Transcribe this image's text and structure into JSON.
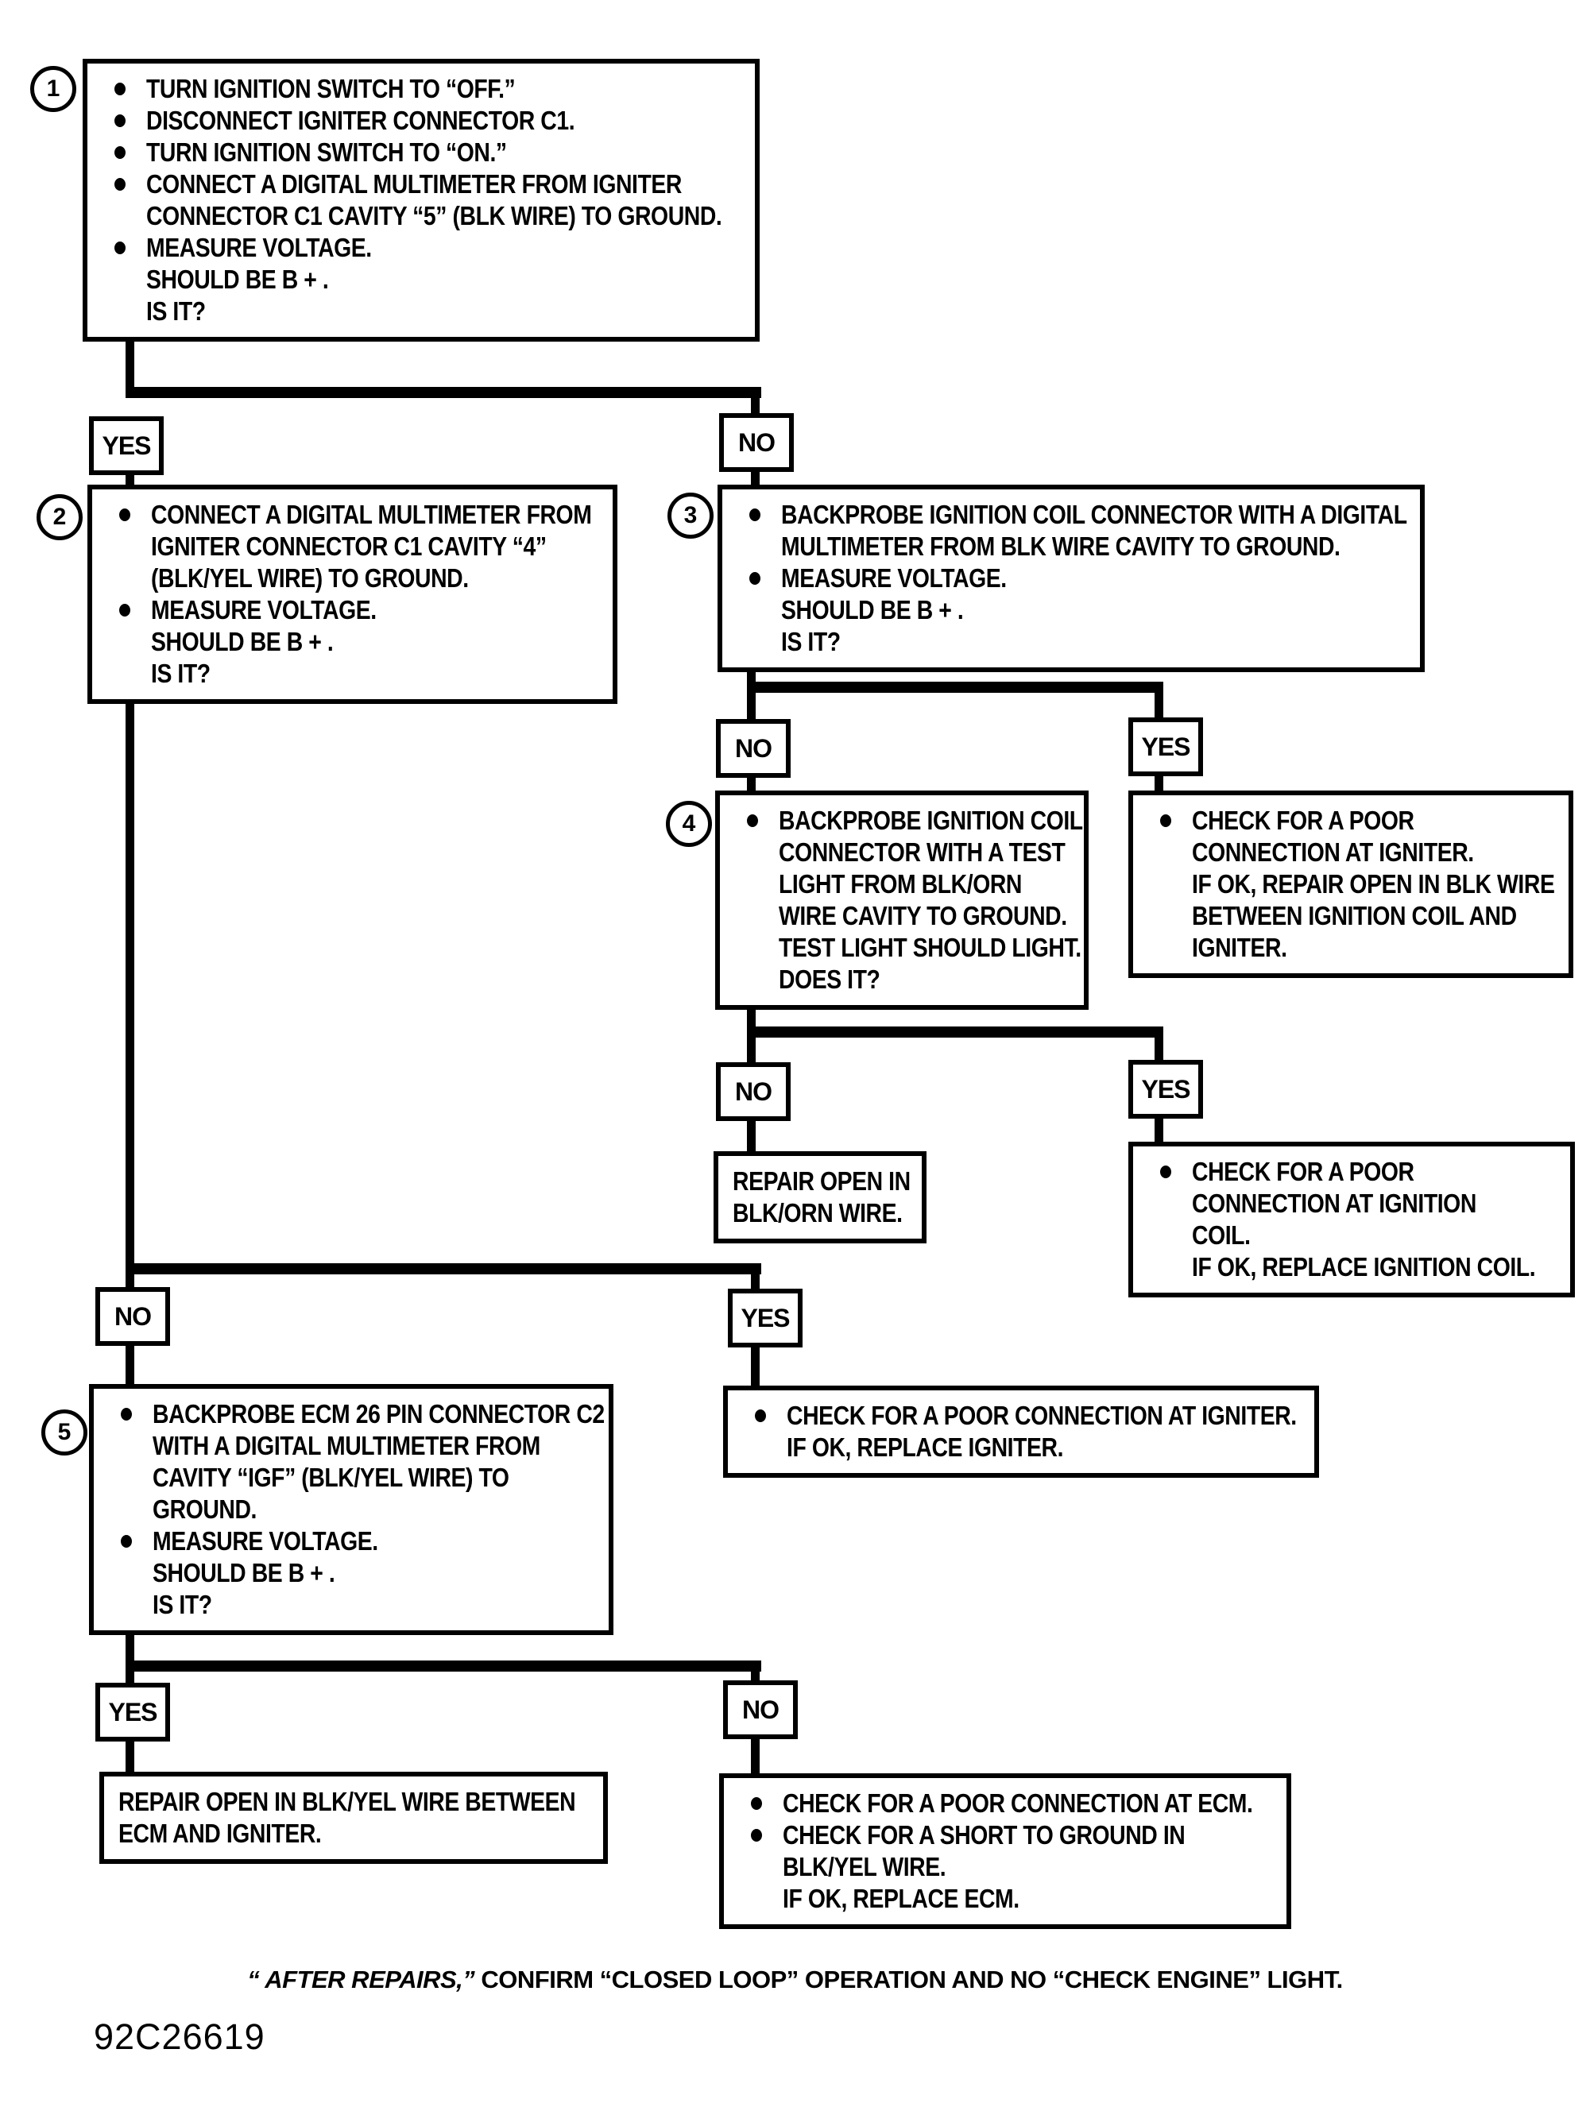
{
  "figure_id": "92C26619",
  "footer": {
    "italic": "“ AFTER REPAIRS,”",
    "rest": " CONFIRM “CLOSED LOOP” OPERATION AND NO “CHECK ENGINE” LIGHT."
  },
  "labels": {
    "yes": "YES",
    "no": "NO"
  },
  "steps": {
    "s1": {
      "num": "1",
      "lines": [
        {
          "b": true,
          "t": "TURN IGNITION SWITCH TO “OFF.”"
        },
        {
          "b": true,
          "t": "DISCONNECT IGNITER CONNECTOR C1."
        },
        {
          "b": true,
          "t": "TURN IGNITION SWITCH TO “ON.”"
        },
        {
          "b": true,
          "t": "CONNECT A DIGITAL MULTIMETER FROM IGNITER"
        },
        {
          "b": false,
          "t": "CONNECTOR C1 CAVITY “5” (BLK WIRE) TO GROUND."
        },
        {
          "b": true,
          "t": "MEASURE VOLTAGE."
        },
        {
          "b": false,
          "t": "SHOULD BE B + ."
        },
        {
          "b": false,
          "t": "IS IT?"
        }
      ]
    },
    "s2": {
      "num": "2",
      "lines": [
        {
          "b": true,
          "t": "CONNECT A DIGITAL MULTIMETER FROM"
        },
        {
          "b": false,
          "t": "IGNITER CONNECTOR C1 CAVITY “4”"
        },
        {
          "b": false,
          "t": "(BLK/YEL WIRE) TO GROUND."
        },
        {
          "b": true,
          "t": "MEASURE VOLTAGE."
        },
        {
          "b": false,
          "t": "SHOULD BE B + ."
        },
        {
          "b": false,
          "t": "IS IT?"
        }
      ]
    },
    "s3": {
      "num": "3",
      "lines": [
        {
          "b": true,
          "t": "BACKPROBE IGNITION COIL CONNECTOR WITH A DIGITAL"
        },
        {
          "b": false,
          "t": "MULTIMETER FROM BLK WIRE CAVITY TO GROUND."
        },
        {
          "b": true,
          "t": "MEASURE VOLTAGE."
        },
        {
          "b": false,
          "t": "SHOULD BE B + ."
        },
        {
          "b": false,
          "t": "IS IT?"
        }
      ]
    },
    "s4": {
      "num": "4",
      "lines": [
        {
          "b": true,
          "t": "BACKPROBE IGNITION COIL"
        },
        {
          "b": false,
          "t": "CONNECTOR WITH A TEST"
        },
        {
          "b": false,
          "t": "LIGHT FROM BLK/ORN"
        },
        {
          "b": false,
          "t": "WIRE CAVITY TO GROUND."
        },
        {
          "b": false,
          "t": "TEST LIGHT SHOULD LIGHT."
        },
        {
          "b": false,
          "t": "DOES IT?"
        }
      ]
    },
    "s5": {
      "num": "5",
      "lines": [
        {
          "b": true,
          "t": "BACKPROBE ECM 26 PIN CONNECTOR C2"
        },
        {
          "b": false,
          "t": "WITH A DIGITAL MULTIMETER FROM"
        },
        {
          "b": false,
          "t": "CAVITY “IGF” (BLK/YEL WIRE) TO"
        },
        {
          "b": false,
          "t": "GROUND."
        },
        {
          "b": true,
          "t": "MEASURE VOLTAGE."
        },
        {
          "b": false,
          "t": "SHOULD BE B + ."
        },
        {
          "b": false,
          "t": "IS IT?"
        }
      ]
    }
  },
  "results": {
    "igniter_blk_wire": {
      "lines": [
        {
          "b": true,
          "t": "CHECK FOR A POOR"
        },
        {
          "b": false,
          "t": "CONNECTION AT IGNITER."
        },
        {
          "b": false,
          "t": "IF OK, REPAIR OPEN IN BLK WIRE"
        },
        {
          "b": false,
          "t": "BETWEEN IGNITION COIL AND"
        },
        {
          "b": false,
          "t": "IGNITER."
        }
      ]
    },
    "repair_blkorn": {
      "lines": [
        {
          "b": false,
          "t": "REPAIR OPEN IN"
        },
        {
          "b": false,
          "t": "BLK/ORN WIRE."
        }
      ]
    },
    "ignition_coil": {
      "lines": [
        {
          "b": true,
          "t": "CHECK FOR A POOR"
        },
        {
          "b": false,
          "t": "CONNECTION AT IGNITION"
        },
        {
          "b": false,
          "t": "COIL."
        },
        {
          "b": false,
          "t": "IF OK, REPLACE IGNITION COIL."
        }
      ]
    },
    "replace_igniter": {
      "lines": [
        {
          "b": true,
          "t": "CHECK FOR A POOR CONNECTION AT IGNITER."
        },
        {
          "b": false,
          "t": "IF OK, REPLACE IGNITER."
        }
      ]
    },
    "repair_blkyel": {
      "lines": [
        {
          "b": false,
          "t": "REPAIR OPEN IN BLK/YEL WIRE BETWEEN"
        },
        {
          "b": false,
          "t": "ECM AND IGNITER."
        }
      ]
    },
    "ecm": {
      "lines": [
        {
          "b": true,
          "t": "CHECK FOR A POOR CONNECTION AT ECM."
        },
        {
          "b": true,
          "t": "CHECK FOR A SHORT TO GROUND IN"
        },
        {
          "b": false,
          "t": "BLK/YEL WIRE."
        },
        {
          "b": false,
          "t": "IF OK, REPLACE ECM."
        }
      ]
    }
  }
}
